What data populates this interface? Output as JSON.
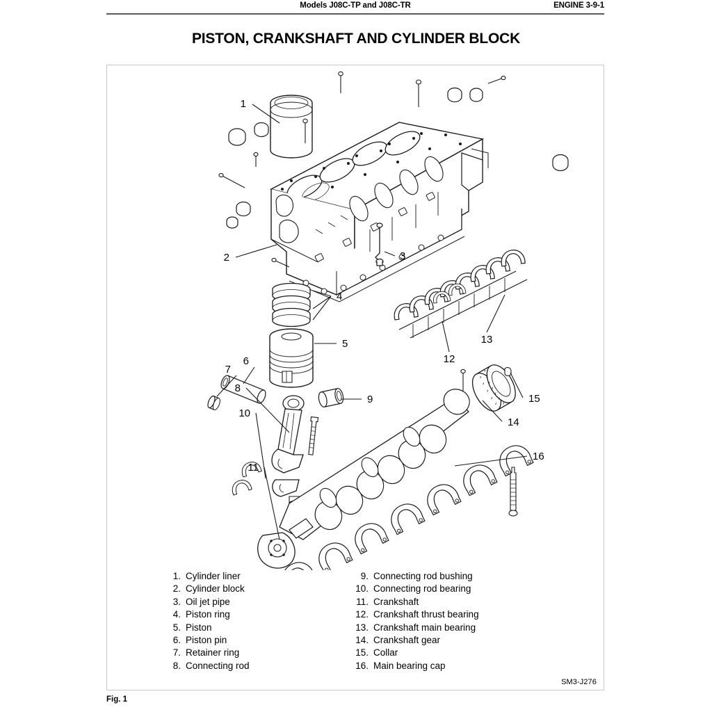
{
  "header": {
    "models": "Models J08C-TP and J08C-TR",
    "engine_section": "ENGINE 3-9-1"
  },
  "title": "PISTON, CRANKSHAFT AND CYLINDER BLOCK",
  "figure": {
    "code": "SM3-J276",
    "caption": "Fig. 1"
  },
  "legend": {
    "left": [
      {
        "num": "1.",
        "label": "Cylinder liner"
      },
      {
        "num": "2.",
        "label": "Cylinder block"
      },
      {
        "num": "3.",
        "label": "Oil jet pipe"
      },
      {
        "num": "4.",
        "label": "Piston ring"
      },
      {
        "num": "5.",
        "label": "Piston"
      },
      {
        "num": "6.",
        "label": "Piston pin"
      },
      {
        "num": "7.",
        "label": "Retainer ring"
      },
      {
        "num": "8.",
        "label": "Connecting rod"
      }
    ],
    "right": [
      {
        "num": "9.",
        "label": "Connecting rod bushing"
      },
      {
        "num": "10.",
        "label": "Connecting rod bearing"
      },
      {
        "num": "11.",
        "label": "Crankshaft"
      },
      {
        "num": "12.",
        "label": "Crankshaft thrust bearing"
      },
      {
        "num": "13.",
        "label": "Crankshaft main bearing"
      },
      {
        "num": "14.",
        "label": "Crankshaft gear"
      },
      {
        "num": "15.",
        "label": "Collar"
      },
      {
        "num": "16.",
        "label": "Main bearing cap"
      }
    ]
  },
  "callouts": {
    "c1": "1",
    "c2": "2",
    "c3": "3",
    "c4": "4",
    "c5": "5",
    "c6": "6",
    "c7": "7",
    "c8": "8",
    "c9": "9",
    "c10": "10",
    "c11": "11",
    "c12": "12",
    "c13": "13",
    "c14": "14",
    "c15": "15",
    "c16": "16"
  },
  "colors": {
    "line": "#1a1a1a",
    "rule": "#595959",
    "frame": "#c9c9c9",
    "page": "#ffffff"
  }
}
